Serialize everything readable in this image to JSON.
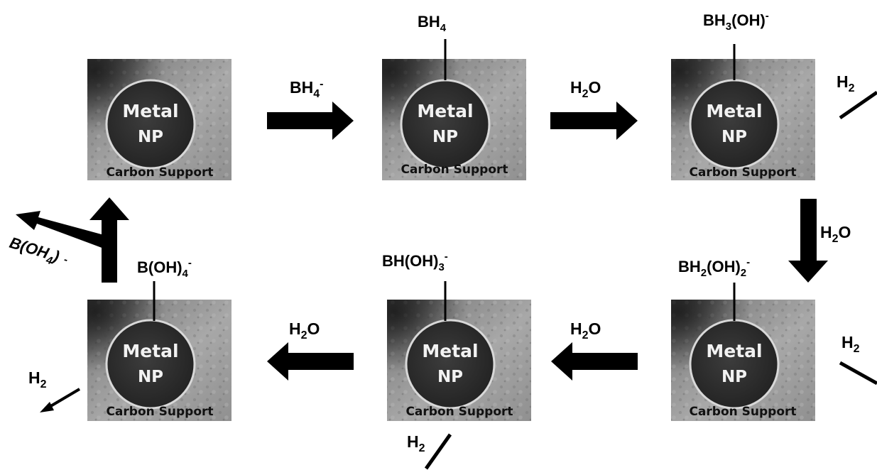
{
  "cards": [
    {
      "metal": "Metal",
      "np": "NP",
      "support": "Carbon Support"
    },
    {
      "metal": "Metal",
      "np": "NP",
      "support": "Carbon Support"
    },
    {
      "metal": "Metal",
      "np": "NP",
      "support": "Carbon Support"
    },
    {
      "metal": "Metal",
      "np": "NP",
      "support": "Carbon Support"
    },
    {
      "metal": "Metal",
      "np": "NP",
      "support": "Carbon Support"
    },
    {
      "metal": "Metal",
      "np": "NP",
      "support": "Carbon Support"
    }
  ],
  "species": {
    "card2": {
      "base": "BH",
      "sub": "4",
      "tail": "",
      "sup": ""
    },
    "card3": {
      "base": "BH",
      "sub": "3",
      "tail": "(OH)",
      "sup": "-"
    },
    "card4": {
      "base": "BH",
      "sub": "2",
      "tail": "(OH)",
      "sub2": "2",
      "sup": "-"
    },
    "card5": {
      "base": "BH(OH)",
      "sub": "3",
      "tail": "",
      "sup": "-"
    },
    "card6": {
      "base": "B(OH)",
      "sub": "4",
      "tail": "",
      "sup": "-"
    }
  },
  "reagents": {
    "borohydride": {
      "base": "BH",
      "sub": "4",
      "sup": "-"
    },
    "water": {
      "base": "H",
      "sub": "2",
      "tail": "O"
    },
    "hydrogen": {
      "base": "H",
      "sub": "2"
    },
    "release": {
      "base": "B(OH",
      "sub": "4",
      "tail": ")",
      "sup": "-"
    }
  }
}
